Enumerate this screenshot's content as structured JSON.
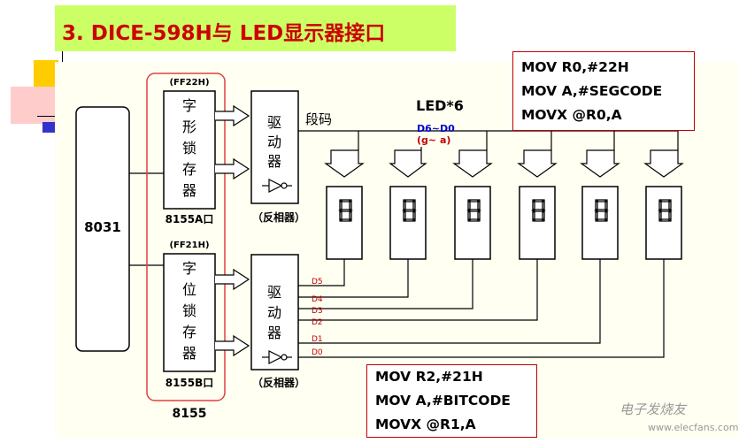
{
  "title": "3. DICE-598H与 LED显示器接口",
  "cpu_label": "8031",
  "chip_label": "8155",
  "upper_latch": {
    "address": "(FF22H)",
    "chars": [
      "字",
      "形",
      "锁",
      "存",
      "器"
    ],
    "port_label": "8155A口"
  },
  "lower_latch": {
    "address": "(FF21H)",
    "chars": [
      "字",
      "位",
      "锁",
      "存",
      "器"
    ],
    "port_label": "8155B口"
  },
  "driver": {
    "chars": [
      "驱",
      "动",
      "器"
    ],
    "inverter_label": "（反相器）"
  },
  "segment_label": "段码",
  "led_label": "LED*6",
  "bus_label": "D6~D0",
  "bus_sub_label": "(g~ a)",
  "digit_lines": [
    "D5",
    "D4",
    "D3",
    "D2",
    "D1",
    "D0"
  ],
  "code_top": [
    "MOV R0,#22H",
    "MOV A,#SEGCODE",
    "MOVX @R0,A"
  ],
  "code_bottom": [
    "MOV R2,#21H",
    "MOV A,#BITCODE",
    "MOVX @R1,A"
  ],
  "watermark": "电子发烧友",
  "watermark_url": "www.elecfans.com",
  "colors": {
    "title_bg": "#ccff66",
    "title_text": "#cc0000",
    "accent_red": "#c00000",
    "bus_blue": "#0000cc"
  }
}
